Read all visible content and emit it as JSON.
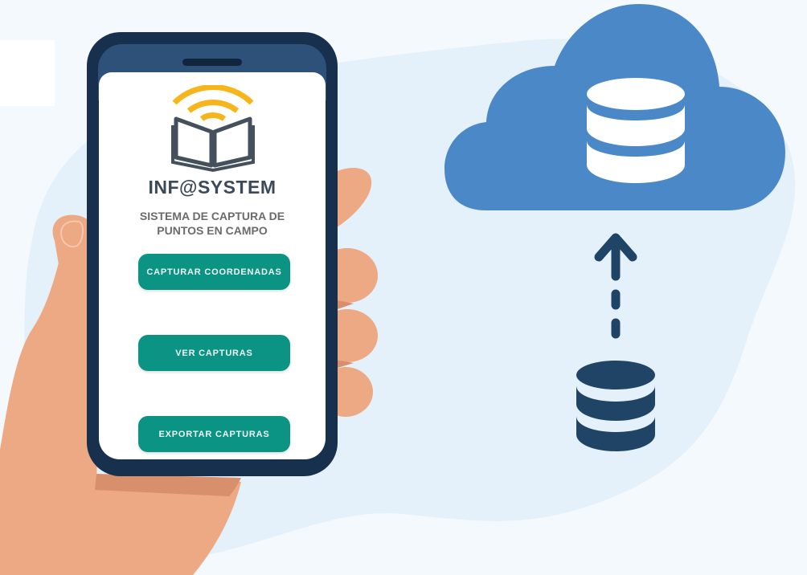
{
  "app": {
    "brand_name": "INF@SYSTEM",
    "subtitle_line1": "SISTEMA DE CAPTURA DE",
    "subtitle_line2": "PUNTOS EN CAMPO"
  },
  "menu": {
    "buttons": [
      {
        "label": "CAPTURAR COORDENADAS"
      },
      {
        "label": "VER CAPTURAS"
      },
      {
        "label": "EXPORTAR CAPTURAS"
      }
    ]
  },
  "icons": {
    "logo": "book-wifi-icon",
    "cloud": "cloud-database-icon",
    "upload_arrow": "dashed-upload-arrow-icon",
    "local_db": "database-icon"
  },
  "colors": {
    "background": "#f4f9fd",
    "blob": "#e4f0fa",
    "phone_frame": "#16304d",
    "phone_top": "#2d5179",
    "button": "#0b9383",
    "logo_waves": "#f6b51b",
    "logo_book": "#44505c",
    "brand_text": "#3b4a5a",
    "cloud": "#4a88c7",
    "db_dark": "#1f4466",
    "skin": "#eda884"
  }
}
